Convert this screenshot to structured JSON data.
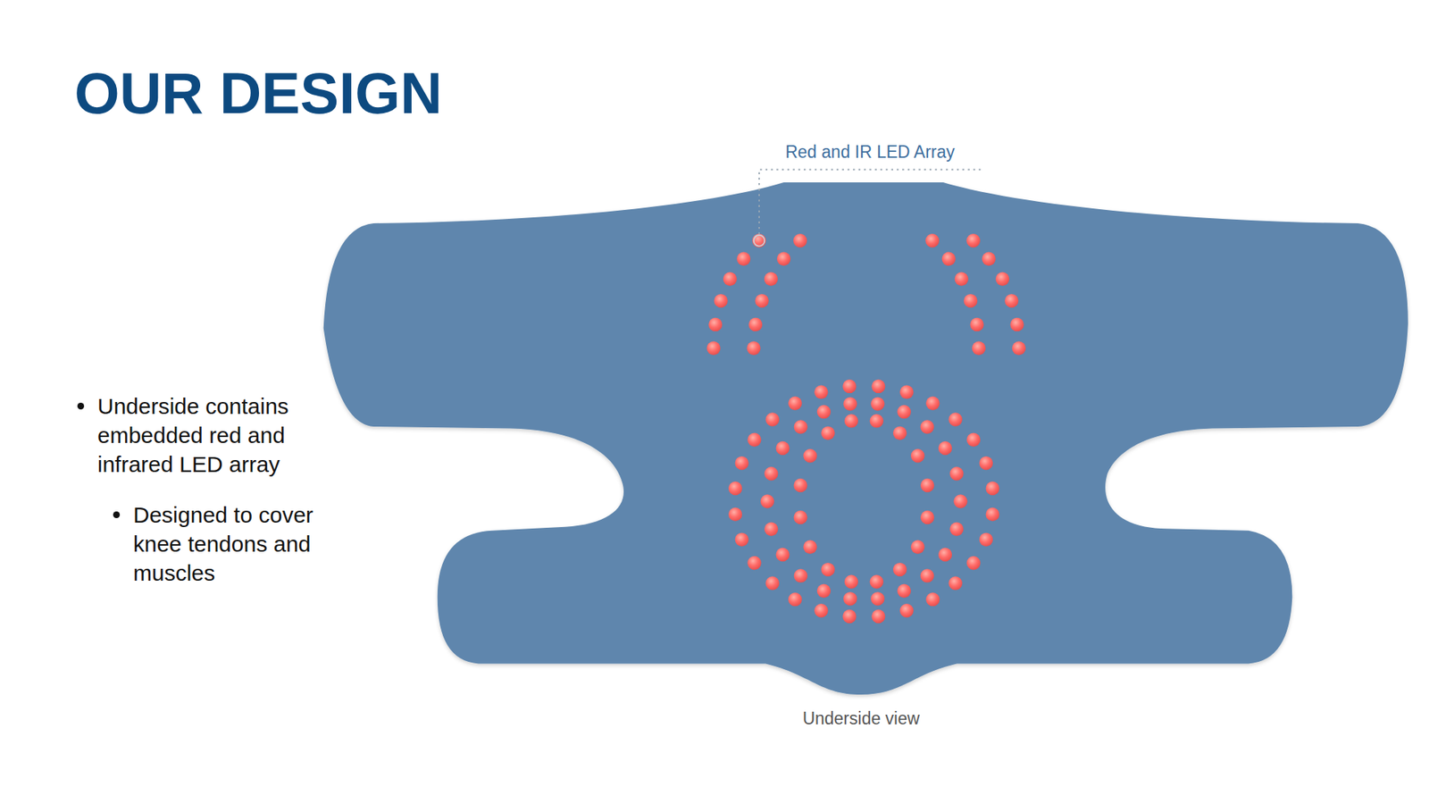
{
  "diagram": {
    "title": "OUR DESIGN",
    "caption": "Underside view",
    "labels": [
      "Red and IR LED Array",
      "Underside contains embedded red and infrared LED array",
      "Designed to cover knee tendons and muscles"
    ]
  }
}
